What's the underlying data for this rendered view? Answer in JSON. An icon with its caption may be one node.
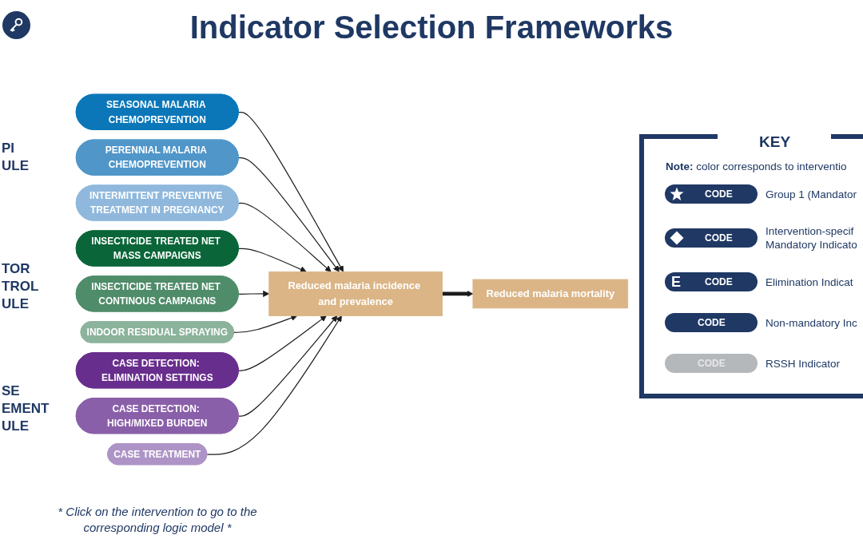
{
  "diagram": {
    "title": "Indicator Selection Frameworks",
    "nodes": [
      {
        "text": [
          "SEASONAL MALARIA CHEMOPREVENTION"
        ]
      },
      {
        "text": [
          "PERENNIAL MALARIA CHEMOPREVENTION"
        ]
      },
      {
        "text": [
          "INTERMITTENT PREVENTIVE TREATMENT IN PREGNANCY"
        ]
      },
      {
        "text": [
          "INSECTICIDE TREATED NET MASS CAMPAIGNS"
        ]
      },
      {
        "text": [
          "INSECTICIDE TREATED NET CONTINOUS CAMPAIGNS"
        ]
      },
      {
        "text": [
          "INDOOR RESIDUAL SPRAYING"
        ]
      },
      {
        "text": [
          "CASE DETECTION: ELIMINATION SETTINGS"
        ]
      },
      {
        "text": [
          "CASE DETECTION: HIGH/MIXED BURDEN"
        ]
      },
      {
        "text": [
          "CASE TREATMENT"
        ]
      },
      {
        "text": [
          "Reduced malaria incidence and prevalence"
        ]
      },
      {
        "text": [
          "Reduced malaria mortality"
        ]
      }
    ],
    "edges": [
      {
        "from": 0,
        "to": 9,
        "arrow": "to"
      },
      {
        "from": 1,
        "to": 9,
        "arrow": "to"
      },
      {
        "from": 2,
        "to": 9,
        "arrow": "to"
      },
      {
        "from": 3,
        "to": 9,
        "arrow": "to"
      },
      {
        "from": 4,
        "to": 9,
        "arrow": "to"
      },
      {
        "from": 5,
        "to": 9,
        "arrow": "to"
      },
      {
        "from": 6,
        "to": 9,
        "arrow": "to"
      },
      {
        "from": 7,
        "to": 9,
        "arrow": "to"
      },
      {
        "from": 8,
        "to": 9,
        "arrow": "to"
      },
      {
        "from": 9,
        "to": 10,
        "arrow": "to",
        "style": "thick"
      }
    ],
    "labels": [
      "PI ULE",
      "TOR TROL ULE",
      "SE EMENT ULE",
      "* Click on the intervention to go to the corresponding logic model *",
      "KEY",
      "**Note:** color corresponds to interventio",
      "CODE",
      "CODE",
      "E",
      "CODE",
      "CODE",
      "CODE"
    ],
    "legend": [
      {
        "text": "Group 1 (Mandator",
        "color": "#1f3864"
      },
      {
        "text": "Intervention-specif Mandatory Indicato",
        "color": "#1f3864"
      },
      {
        "text": "Elimination Indicat",
        "color": "#1f3864"
      },
      {
        "text": "Non-mandatory Inc",
        "color": "#1f3864"
      },
      {
        "text": "RSSH Indicator",
        "color": "#b5b8bb"
      }
    ]
  }
}
